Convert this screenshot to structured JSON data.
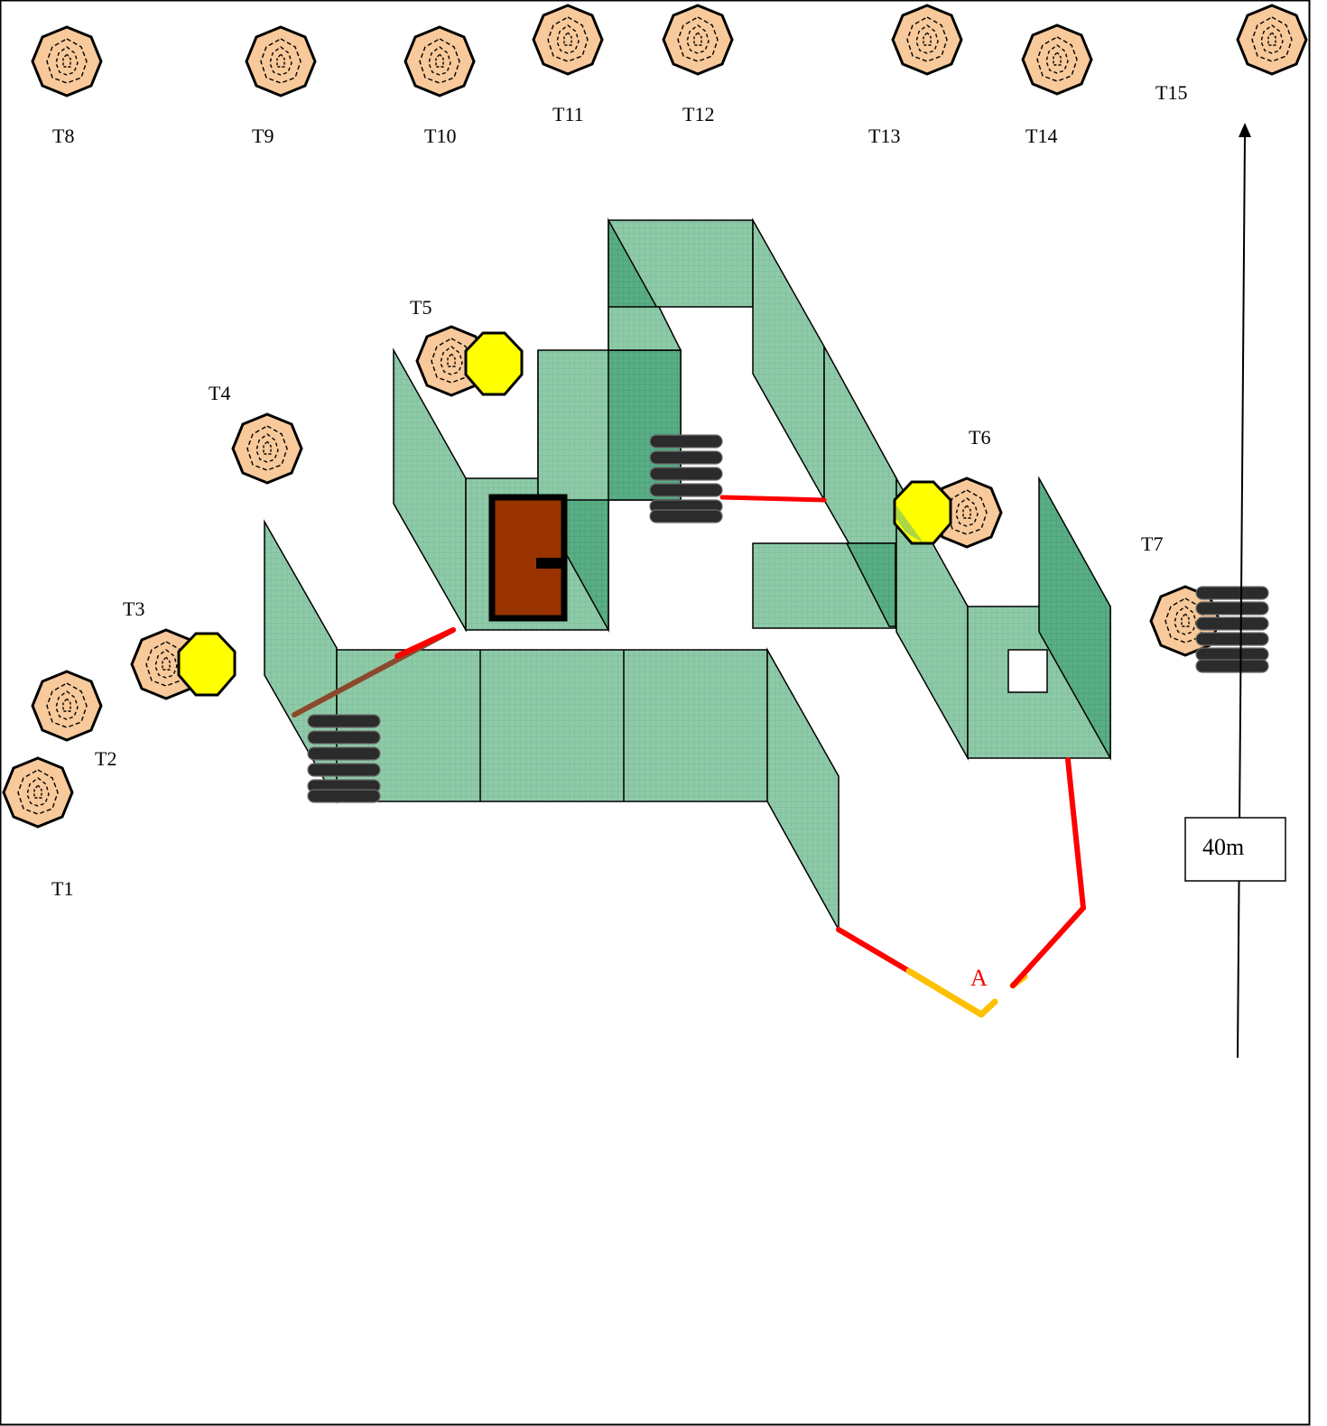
{
  "targets": {
    "t1": "T1",
    "t2": "T2",
    "t3": "T3",
    "t4": "T4",
    "t5": "T5",
    "t6": "T6",
    "t7": "T7",
    "t8": "T8",
    "t9": "T9",
    "t10": "T10",
    "t11": "T11",
    "t12": "T12",
    "t13": "T13",
    "t14": "T14",
    "t15": "T15"
  },
  "start_label": "A",
  "scale_label": "40m",
  "colors": {
    "wall": "#8fcaa8",
    "wall_dark": "#5aae85",
    "target": "#f8c99a",
    "no_shoot": "#ffff00",
    "fault_line": "#ff0000",
    "start_line": "#ffc000",
    "door": "#993300",
    "tire": "#2b2b2b",
    "plank": "#8b4a2b"
  }
}
